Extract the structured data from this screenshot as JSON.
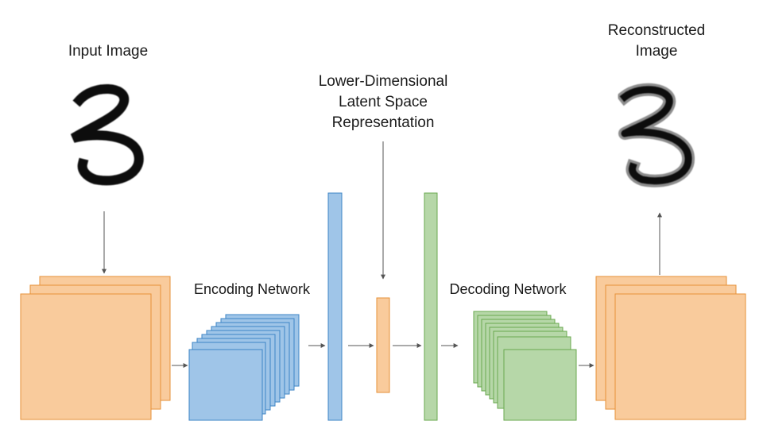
{
  "labels": {
    "input_image": "Input Image",
    "reconstructed_image": [
      "Reconstructed",
      "Image"
    ],
    "latent": [
      "Lower-Dimensional",
      "Latent Space",
      "Representation"
    ],
    "encoding_network": "Encoding Network",
    "decoding_network": "Decoding Network"
  },
  "input_digit": "3",
  "reconstructed_digit": "3",
  "colors": {
    "orange_fill": "#f9cb9c",
    "orange_stroke": "#e69138",
    "blue_fill": "#9fc5e8",
    "blue_stroke": "#3d85c6",
    "green_fill": "#b6d7a8",
    "green_stroke": "#6aa84f",
    "arrow": "#555555",
    "text": "#1a1a1a"
  }
}
